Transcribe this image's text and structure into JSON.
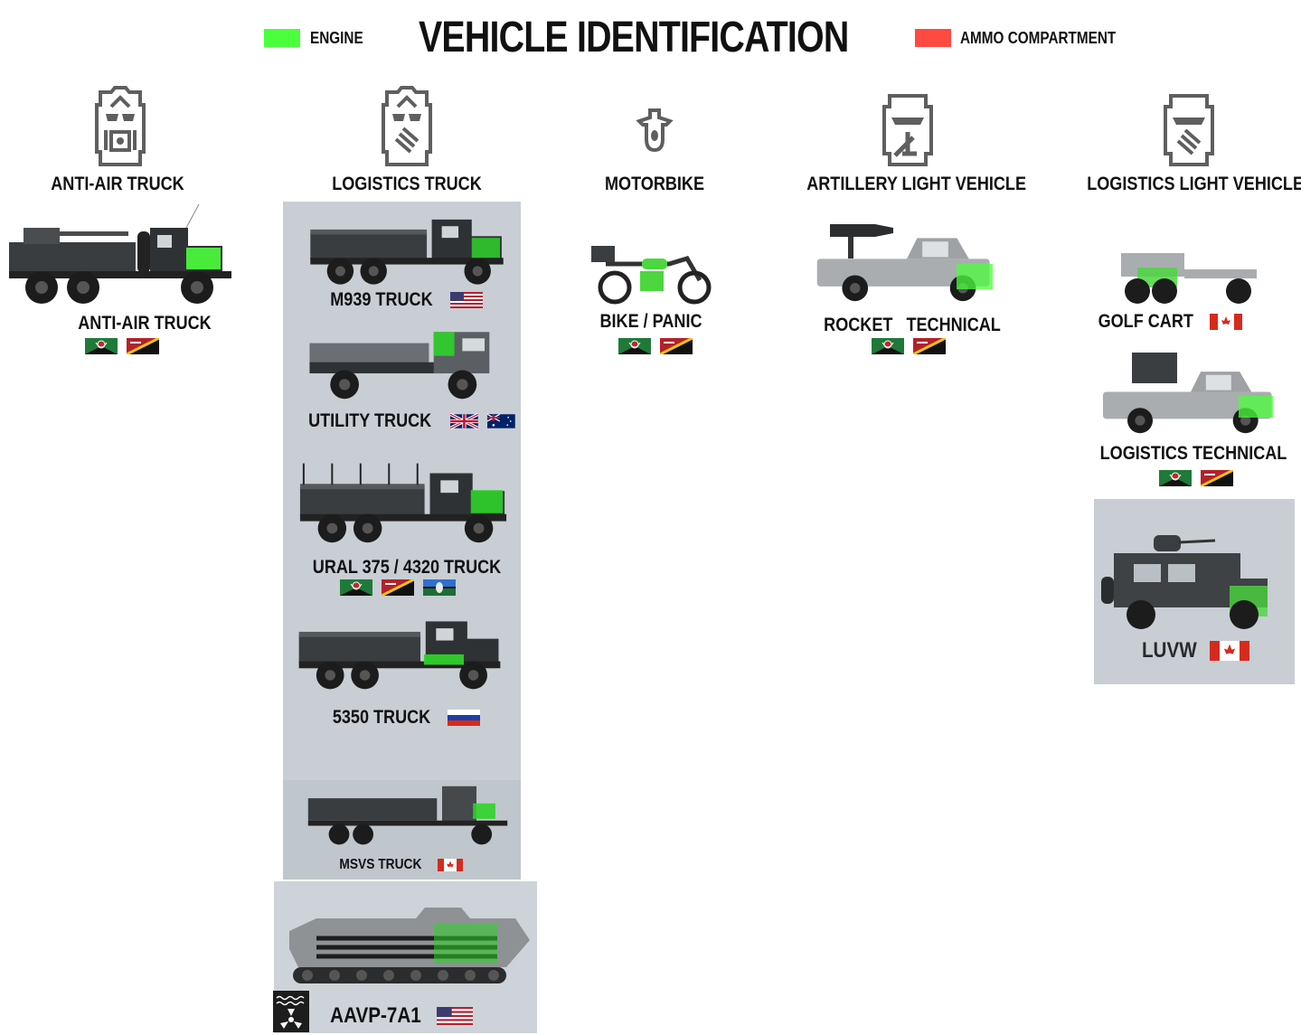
{
  "header": {
    "title": "VEHICLE IDENTIFICATION",
    "legend": [
      {
        "label": "ENGINE",
        "color": "#4cff3c"
      },
      {
        "label": "AMMO COMPARTMENT",
        "color": "#ff4a42"
      }
    ]
  },
  "categories": [
    {
      "label": "ANTI-AIR TRUCK",
      "icon": "anti-air-truck-icon"
    },
    {
      "label": "LOGISTICS TRUCK",
      "icon": "logistics-truck-icon"
    },
    {
      "label": "MOTORBIKE",
      "icon": "motorbike-icon"
    },
    {
      "label": "ARTILLERY LIGHT VEHICLE",
      "icon": "artillery-light-vehicle-icon"
    },
    {
      "label": "LOGISTICS LIGHT VEHICLE",
      "icon": "logistics-light-vehicle-icon"
    }
  ],
  "vehicles": {
    "anti_air_truck": {
      "name": "ANTI-AIR TRUCK",
      "flags": [
        "insurgent-flag",
        "militia-flag"
      ]
    },
    "m939": {
      "name": "M939 TRUCK",
      "flags": [
        "usa-flag"
      ]
    },
    "utility": {
      "name": "UTILITY TRUCK",
      "flags": [
        "uk-flag",
        "australia-flag"
      ]
    },
    "ural": {
      "name": "URAL 375 / 4320 TRUCK",
      "flags": [
        "insurgent-flag",
        "militia-flag",
        "irregular-flag"
      ]
    },
    "t5350": {
      "name": "5350 TRUCK",
      "flags": [
        "russia-flag"
      ]
    },
    "msvs": {
      "name": "MSVS TRUCK",
      "flags": [
        "canada-flag"
      ]
    },
    "aavp": {
      "name": "AAVP-7A1",
      "flags": [
        "usa-flag"
      ],
      "badge": "amphibious-icon"
    },
    "bike": {
      "name": "BIKE / PANIC",
      "flags": [
        "insurgent-flag",
        "militia-flag"
      ]
    },
    "rocket": {
      "name": "ROCKET   TECHNICAL",
      "flags": [
        "insurgent-flag",
        "militia-flag"
      ]
    },
    "golf": {
      "name": "GOLF CART",
      "flags": [
        "canada-flag"
      ]
    },
    "logtech": {
      "name": "LOGISTICS TECHNICAL",
      "flags": [
        "insurgent-flag",
        "militia-flag"
      ]
    },
    "luvw": {
      "name": "LUVW",
      "flags": [
        "canada-flag"
      ]
    }
  }
}
